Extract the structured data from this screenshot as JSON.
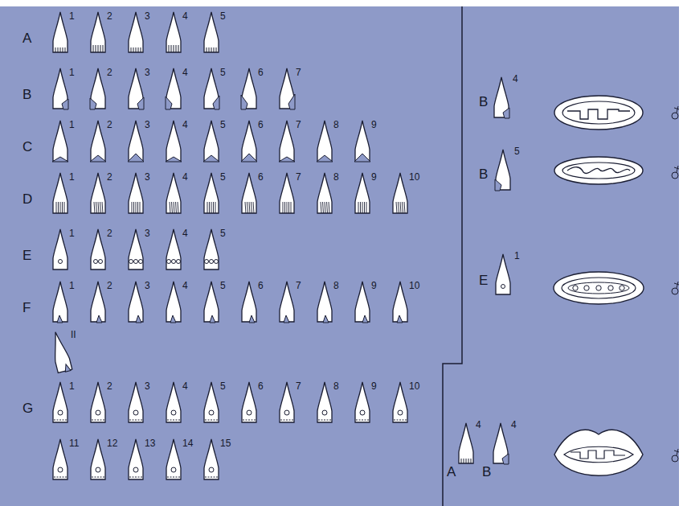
{
  "diagram": {
    "labels": [
      "A",
      "1",
      "2",
      "3",
      "4",
      "5",
      "B",
      "1",
      "2",
      "3",
      "4",
      "5",
      "6",
      "7",
      "C",
      "1",
      "2",
      "3",
      "4",
      "5",
      "6",
      "7",
      "8",
      "9",
      "D",
      "1",
      "2",
      "3",
      "4",
      "5",
      "6",
      "7",
      "8",
      "9",
      "10",
      "E",
      "1",
      "2",
      "3",
      "4",
      "5",
      "F",
      "1",
      "2",
      "3",
      "4",
      "5",
      "6",
      "7",
      "8",
      "9",
      "10",
      "II",
      "G",
      "1",
      "2",
      "3",
      "4",
      "5",
      "6",
      "7",
      "8",
      "9",
      "10",
      "11",
      "12",
      "13",
      "14",
      "15",
      "B",
      "4",
      "B",
      "5",
      "E",
      "1",
      "A",
      "4",
      "B",
      "4"
    ]
  }
}
